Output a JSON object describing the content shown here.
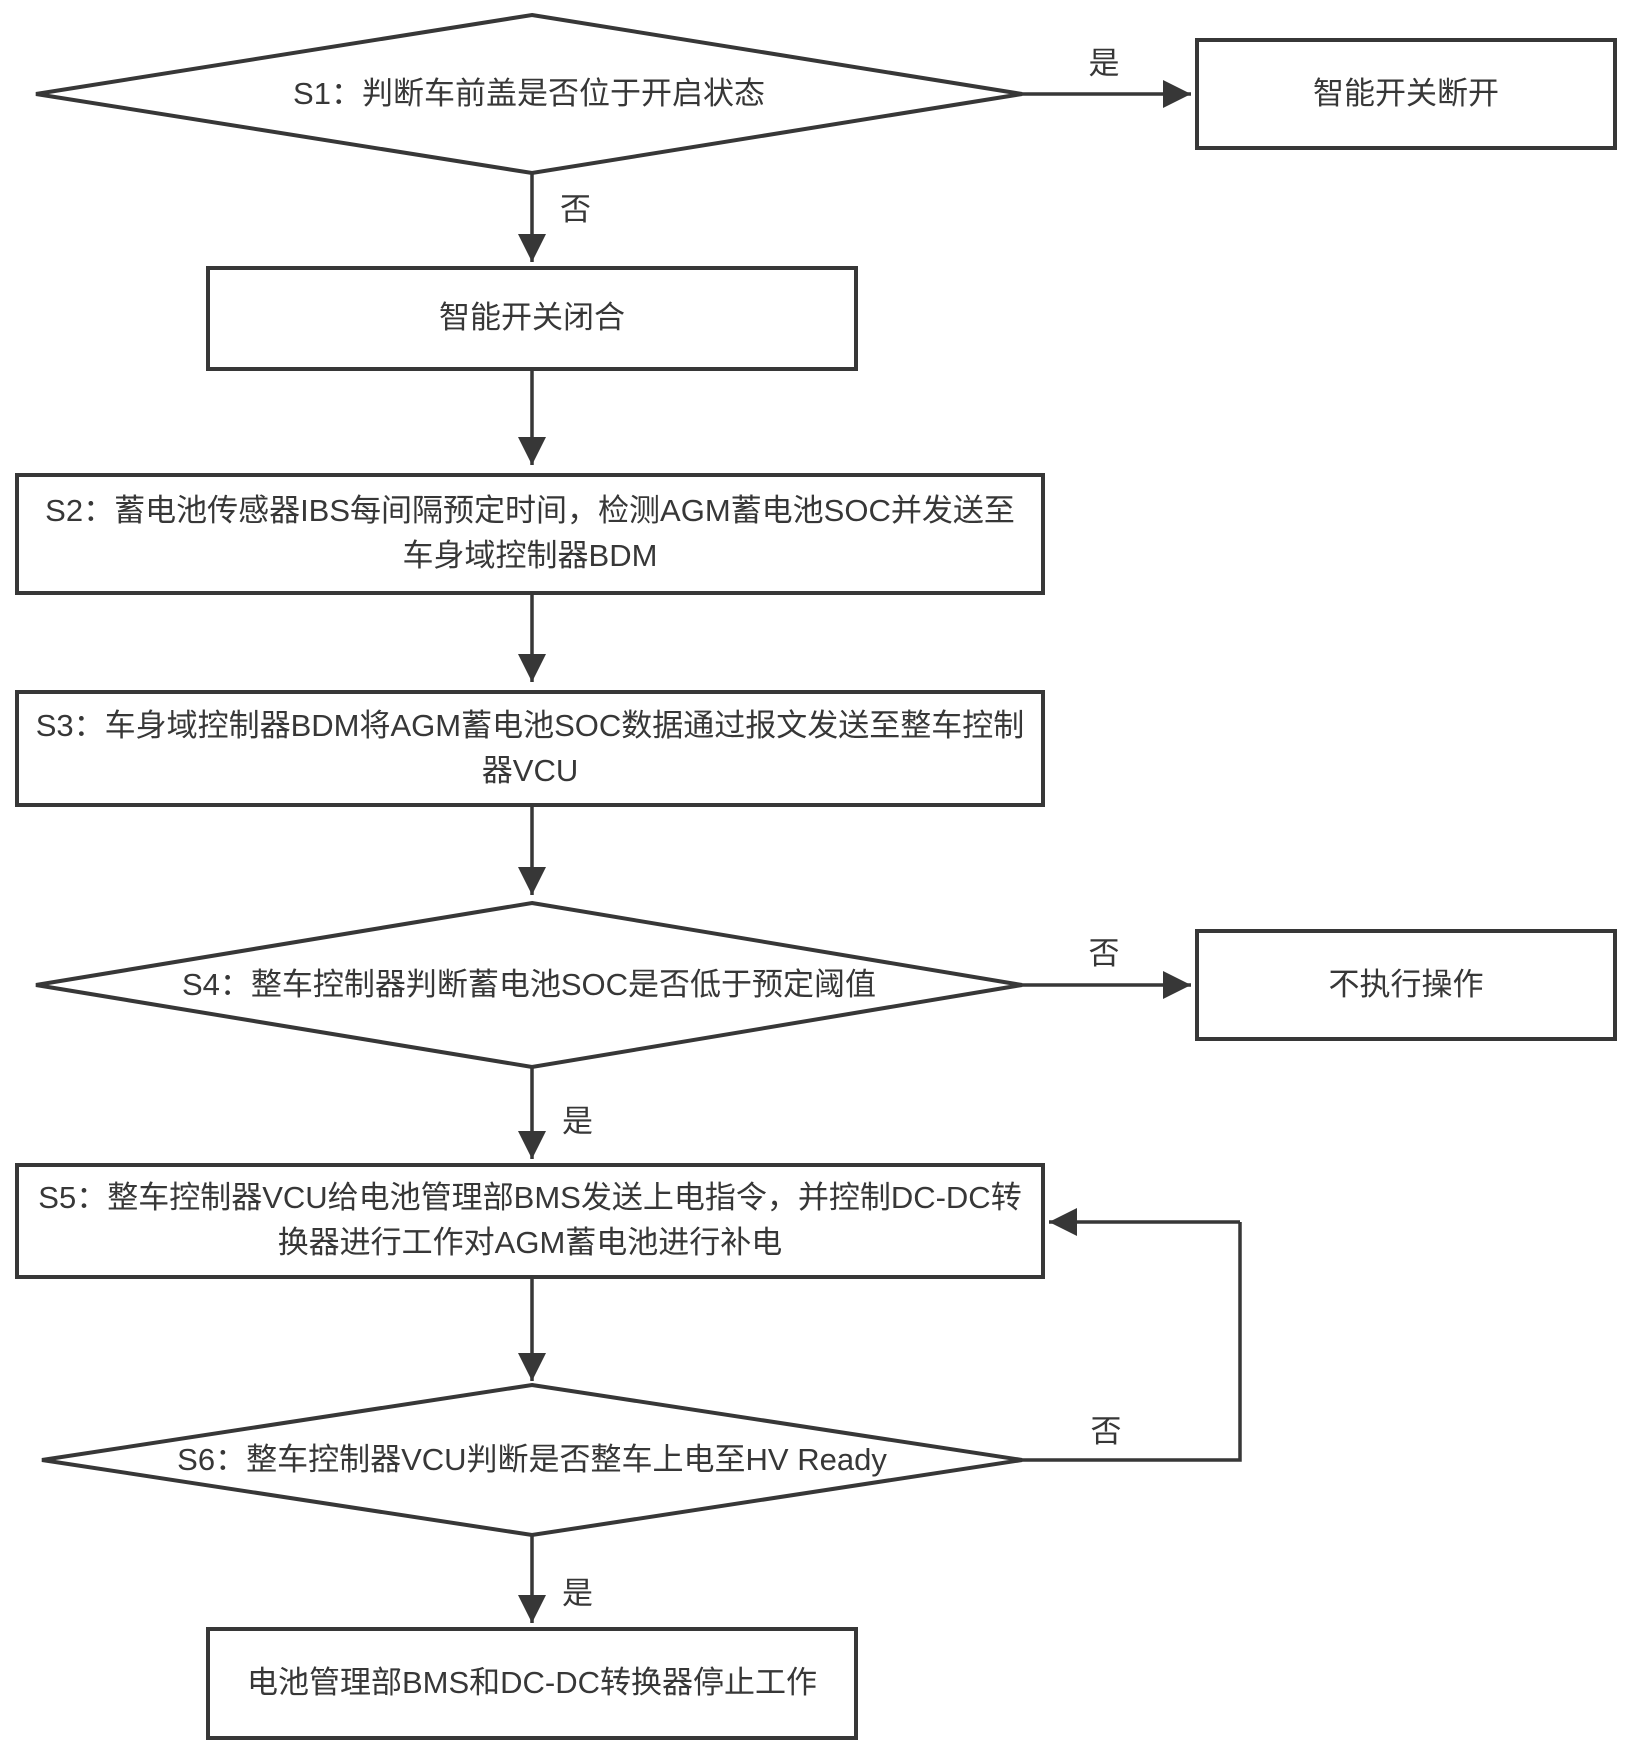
{
  "colors": {
    "stroke": "#373737",
    "background": "#ffffff"
  },
  "nodes": {
    "s1": {
      "label": "S1：判断车前盖是否位于开启状态"
    },
    "switch_open": {
      "label": "智能开关断开"
    },
    "switch_closed": {
      "label": "智能开关闭合"
    },
    "s2": {
      "label": "S2：蓄电池传感器IBS每间隔预定时间，检测AGM蓄电池SOC并发送至车身域控制器BDM"
    },
    "s3": {
      "label": "S3：车身域控制器BDM将AGM蓄电池SOC数据通过报文发送至整车控制器VCU"
    },
    "s4": {
      "label": "S4：整车控制器判断蓄电池SOC是否低于预定阈值"
    },
    "no_action": {
      "label": "不执行操作"
    },
    "s5": {
      "label": "S5：整车控制器VCU给电池管理部BMS发送上电指令，并控制DC-DC转换器进行工作对AGM蓄电池进行补电"
    },
    "s6": {
      "label": "S6：整车控制器VCU判断是否整车上电至HV Ready"
    },
    "stop": {
      "label": "电池管理部BMS和DC-DC转换器停止工作"
    }
  },
  "edges": {
    "s1_yes": "是",
    "s1_no": "否",
    "s4_no": "否",
    "s4_yes": "是",
    "s6_no": "否",
    "s6_yes": "是"
  }
}
